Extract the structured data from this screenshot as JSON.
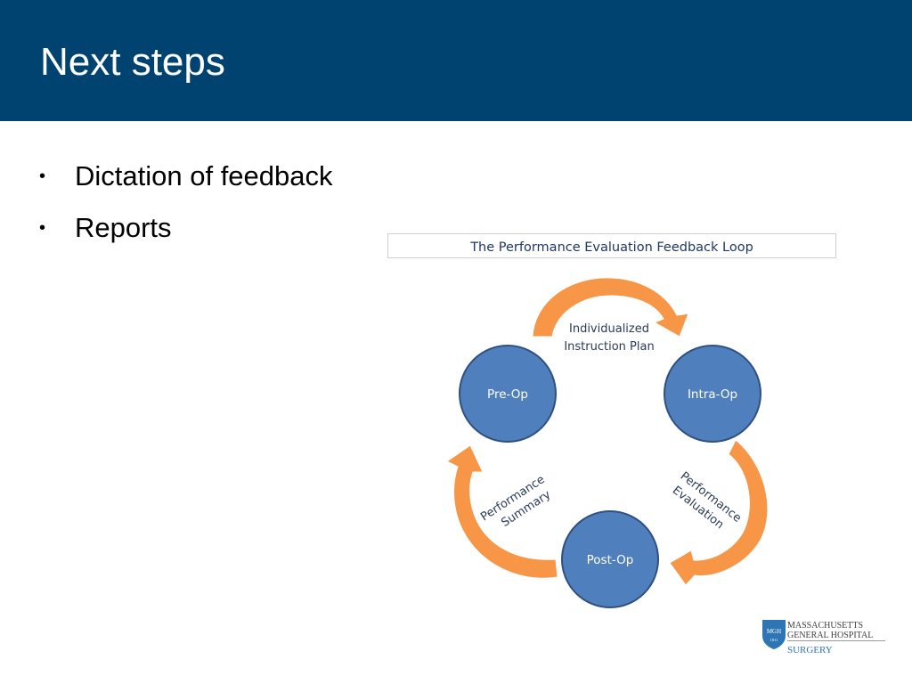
{
  "slide": {
    "title": "Next steps",
    "bullets": [
      "Dictation of feedback",
      "Reports"
    ]
  },
  "diagram": {
    "caption": "The Performance Evaluation Feedback Loop",
    "nodes": {
      "pre_op": "Pre-Op",
      "intra_op": "Intra-Op",
      "post_op": "Post-Op"
    },
    "labels": {
      "top_line1": "Individualized",
      "top_line2": "Instruction Plan",
      "right_line1": "Performance",
      "right_line2": "Evaluation",
      "left_line1": "Performance",
      "left_line2": "Summary"
    },
    "colors": {
      "node_fill": "#4f7fbd",
      "node_stroke": "#30507f",
      "arrow": "#f79646"
    }
  },
  "logo": {
    "shield_text": "MGH",
    "shield_year": "1811",
    "line1": "MASSACHUSETTS",
    "line2": "GENERAL HOSPITAL",
    "line3": "SURGERY"
  }
}
